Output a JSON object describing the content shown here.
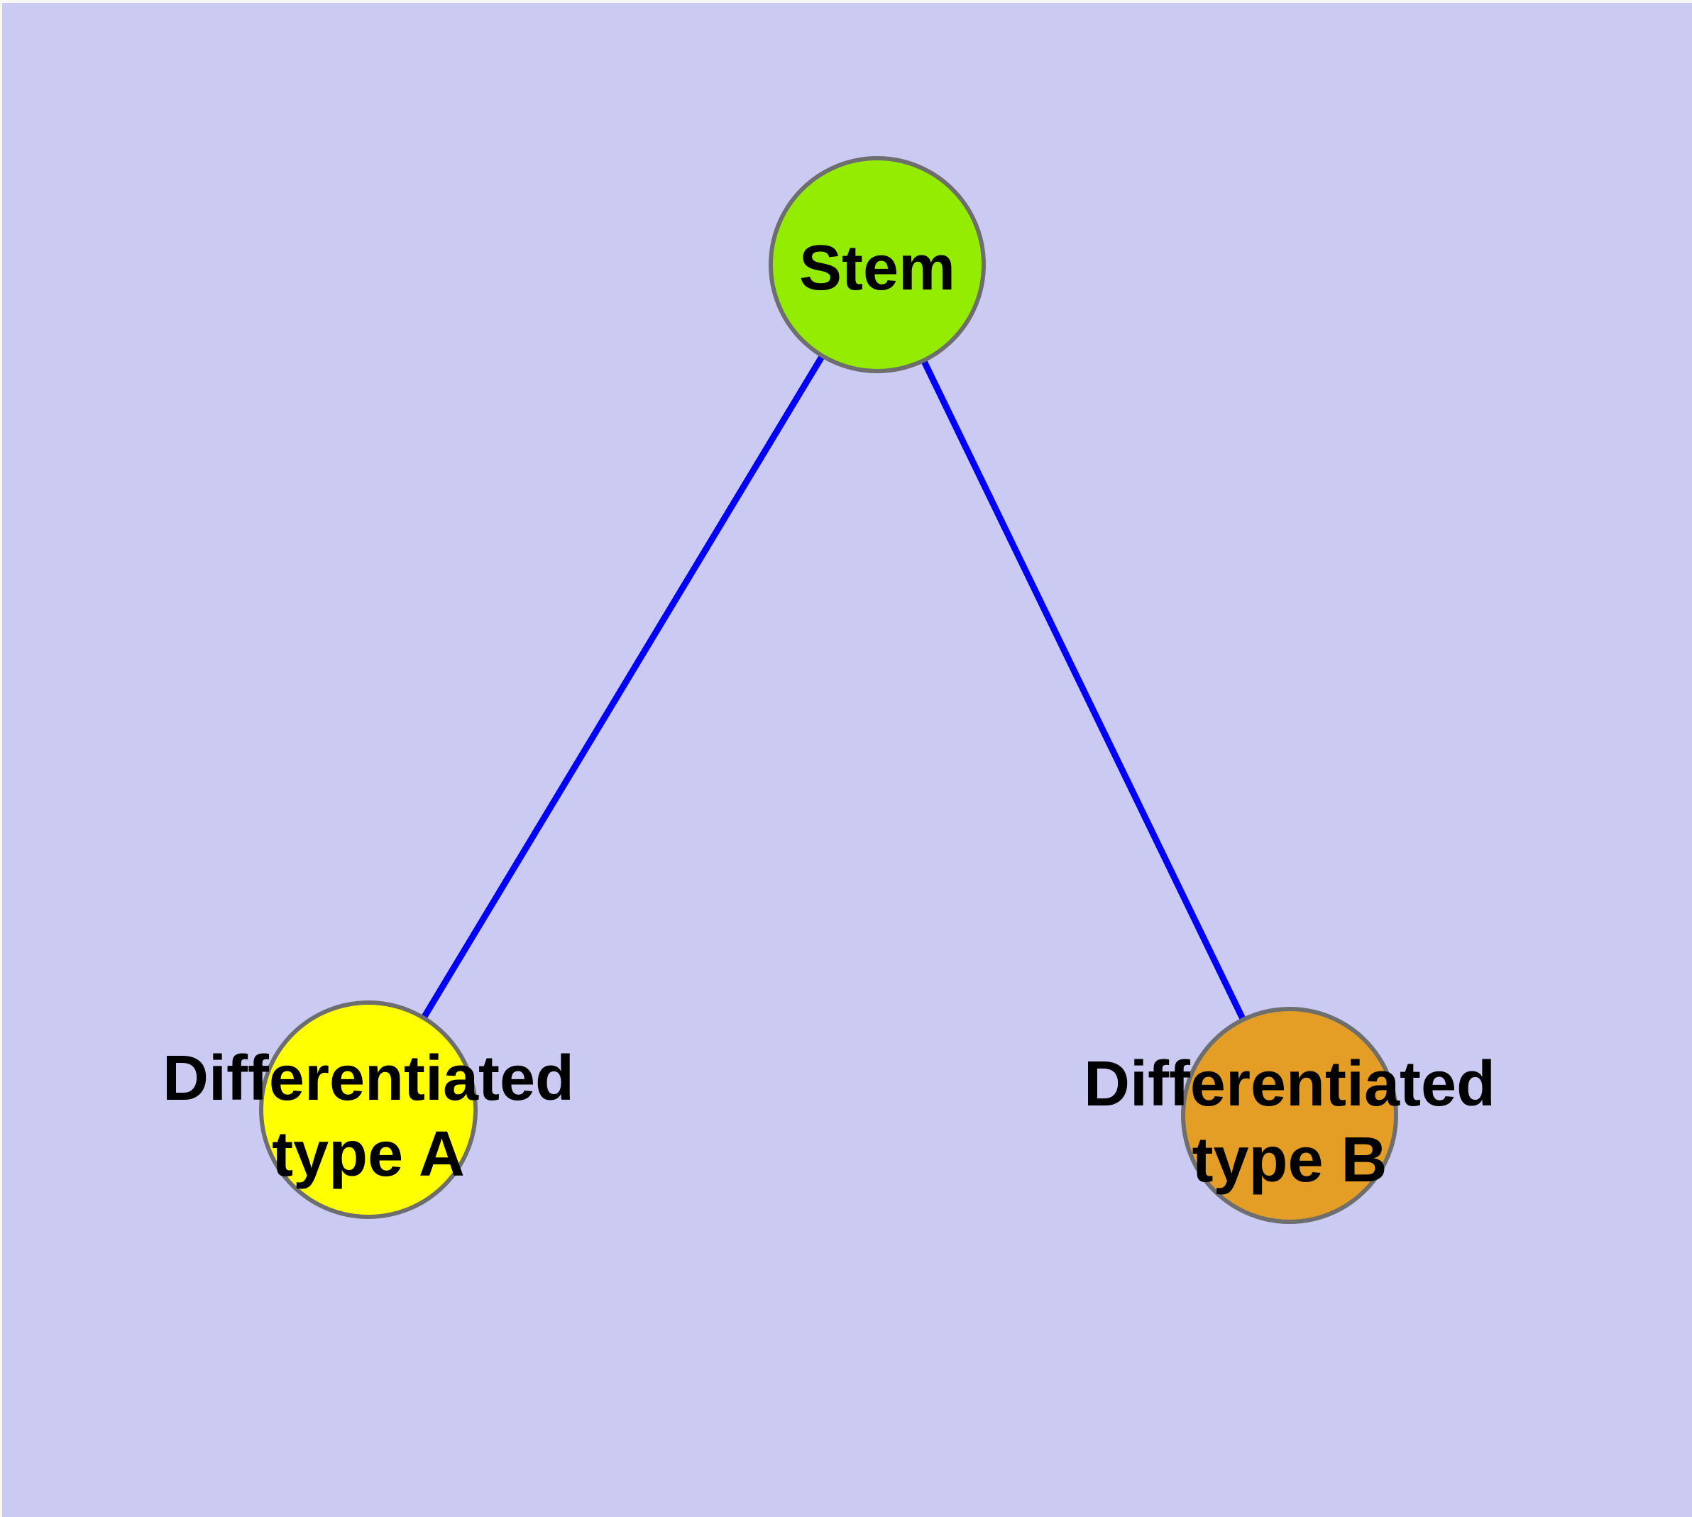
{
  "colors": {
    "background": "#CACAF3",
    "canvas-edge": "#F7F7F7",
    "edge": "#0000FA",
    "node-border": "#6E6E6E",
    "label": "#000000",
    "stem-fill": "#94EC00",
    "type-a-fill": "#FFFF00",
    "type-b-fill": "#E49E25"
  },
  "diagram": {
    "type": "node-link-graph",
    "nodes": [
      {
        "id": "stem",
        "label": "Stem",
        "fill": "#94EC00"
      },
      {
        "id": "diff-a",
        "label_line1": "Differentiated",
        "label_line2": "type A",
        "fill": "#FFFF00"
      },
      {
        "id": "diff-b",
        "label_line1": "Differentiated",
        "label_line2": "type B",
        "fill": "#E49E25"
      }
    ],
    "edges": [
      {
        "from": "stem",
        "to": "diff-a"
      },
      {
        "from": "stem",
        "to": "diff-b"
      }
    ]
  }
}
